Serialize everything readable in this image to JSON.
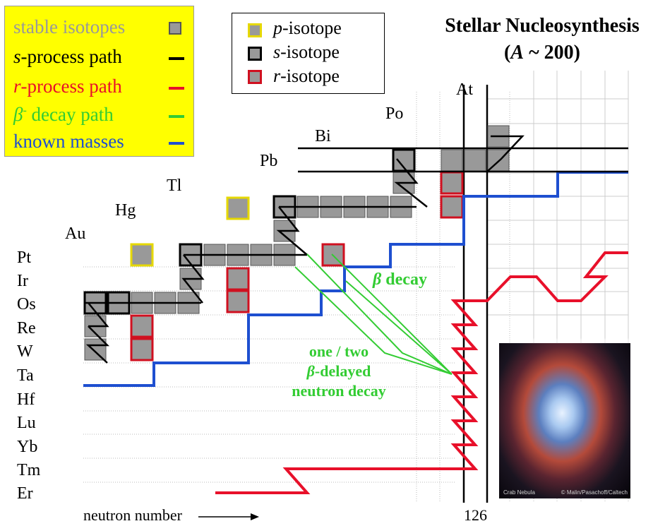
{
  "title": {
    "line1": "Stellar Nucleosynthesis",
    "line2": "(A ~ 200)"
  },
  "legend_main": {
    "stable": "stable isotopes",
    "s_path": {
      "italic": "s",
      "rest": "-process path"
    },
    "r_path": {
      "italic": "r",
      "rest": "-process path"
    },
    "beta_path": {
      "symbol": "β",
      "sup": "-",
      "rest": " decay path"
    },
    "known_masses": "known masses",
    "colors": {
      "background": "#ffff00",
      "stable": "#999999",
      "s": "#000000",
      "r": "#e8102a",
      "beta": "#33cc33",
      "known": "#1e4fd0"
    }
  },
  "legend_isotopes": [
    {
      "italic": "p",
      "rest": "-isotope",
      "border": "#e6d800"
    },
    {
      "italic": "s",
      "rest": "-isotope",
      "border": "#000000"
    },
    {
      "italic": "r",
      "rest": "-isotope",
      "border": "#d01020"
    }
  ],
  "elements_left": [
    "Pt",
    "Ir",
    "Os",
    "Re",
    "W",
    "Ta",
    "Hf",
    "Lu",
    "Yb",
    "Tm",
    "Er"
  ],
  "elements_diag": [
    "Au",
    "Hg",
    "Tl",
    "Pb",
    "Bi",
    "Po",
    "At"
  ],
  "annotations": {
    "beta_decay": {
      "symbol": "β",
      "rest": " decay"
    },
    "delayed": {
      "line1": "one / two",
      "line2_symbol": "β",
      "line2_rest": "-delayed",
      "line3": "neutron decay"
    }
  },
  "axis_label": "neutron number",
  "magic_number": "126",
  "photo_caption": {
    "left": "Crab Nebula",
    "right": "© Malin/Pasachoff/Caltech"
  }
}
